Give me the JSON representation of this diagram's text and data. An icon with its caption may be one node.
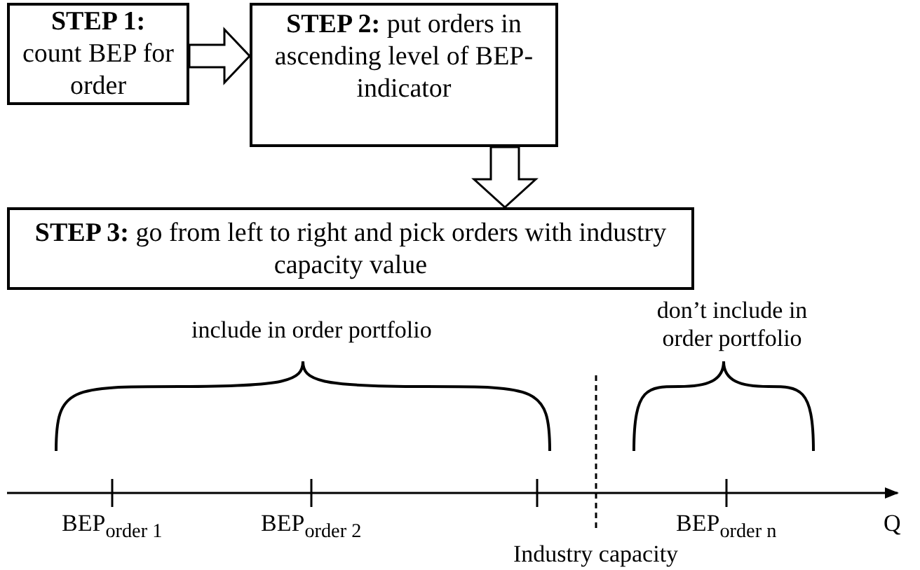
{
  "diagram": {
    "nodes": [
      {
        "text": [
          "**STEP 1:** count BEP for order"
        ]
      },
      {
        "text": [
          "**STEP 2:** put orders in ascending level of BEP-indicator"
        ]
      },
      {
        "text": [
          "**STEP 3:** go from left to right and pick orders with industry capacity value"
        ]
      }
    ],
    "edges": [
      {
        "from": 0,
        "to": 1,
        "arrow": "to"
      },
      {
        "from": 1,
        "to": 2,
        "arrow": "to"
      }
    ],
    "labels": [
      "include in order portfolio",
      "don’t include in order portfolio",
      "BEP$_{order 1}$",
      "BEP$_{order 2}$",
      "BEP$_{order n}$",
      "Q",
      "Industry capacity"
    ]
  }
}
